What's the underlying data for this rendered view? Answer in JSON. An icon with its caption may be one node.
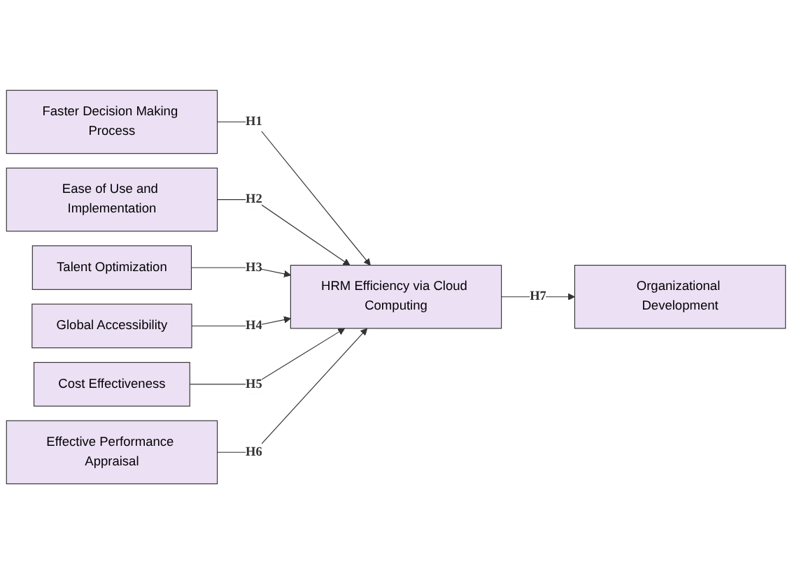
{
  "diagram": {
    "nodes": [
      {
        "text": [
          "Faster Decision Making Process"
        ]
      },
      {
        "text": [
          "Ease of Use and Implementation"
        ]
      },
      {
        "text": [
          "Talent Optimization"
        ]
      },
      {
        "text": [
          "Global Accessibility"
        ]
      },
      {
        "text": [
          "Cost Effectiveness"
        ]
      },
      {
        "text": [
          "Effective Performance Appraisal"
        ]
      },
      {
        "text": [
          "HRM Efficiency via Cloud Computing"
        ]
      },
      {
        "text": [
          "Organizational Development"
        ]
      }
    ],
    "edges": [
      {
        "from": 0,
        "to": 6,
        "arrow": "to",
        "label": "H1"
      },
      {
        "from": 1,
        "to": 6,
        "arrow": "to",
        "label": "H2"
      },
      {
        "from": 2,
        "to": 6,
        "arrow": "to",
        "label": "H3"
      },
      {
        "from": 3,
        "to": 6,
        "arrow": "to",
        "label": "H4"
      },
      {
        "from": 4,
        "to": 6,
        "arrow": "to",
        "label": "H5"
      },
      {
        "from": 5,
        "to": 6,
        "arrow": "to",
        "label": "H6"
      },
      {
        "from": 6,
        "to": 7,
        "arrow": "to",
        "label": "H7"
      }
    ]
  }
}
